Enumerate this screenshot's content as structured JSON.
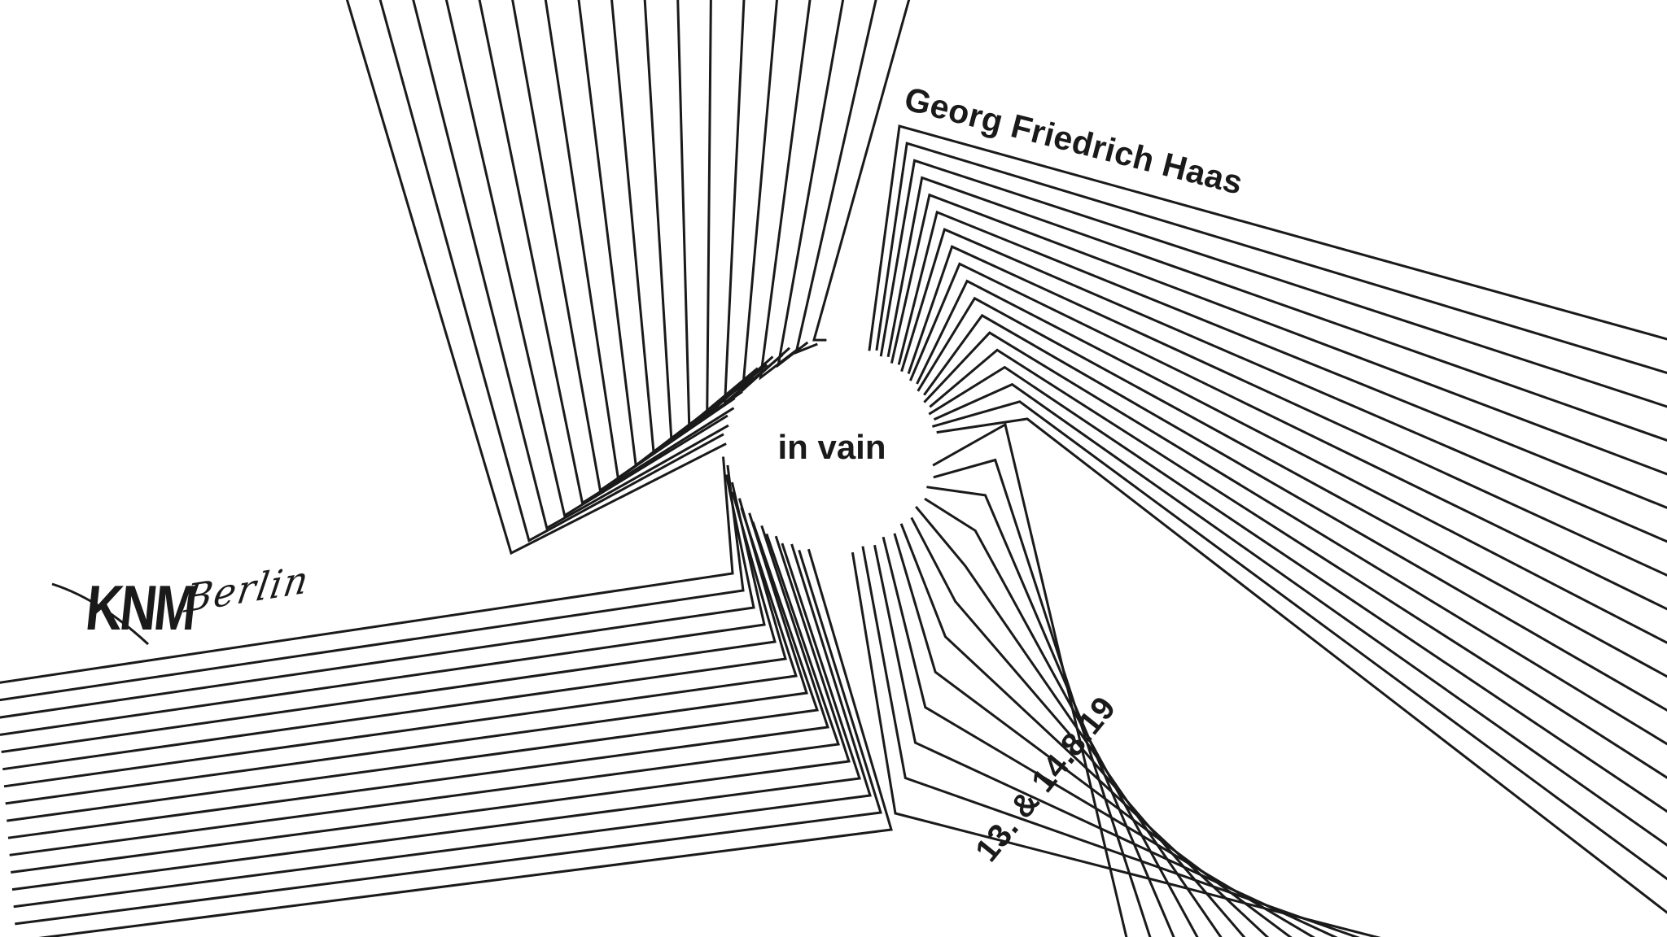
{
  "poster": {
    "composer": "Georg Friedrich Haas",
    "title": "in vain",
    "dates": "13. & 14.8.19"
  },
  "logo": {
    "ensemble": "KNM",
    "city": "Berlin"
  },
  "colors": {
    "background": "#ffffff",
    "ink": "#1a1a1a"
  }
}
